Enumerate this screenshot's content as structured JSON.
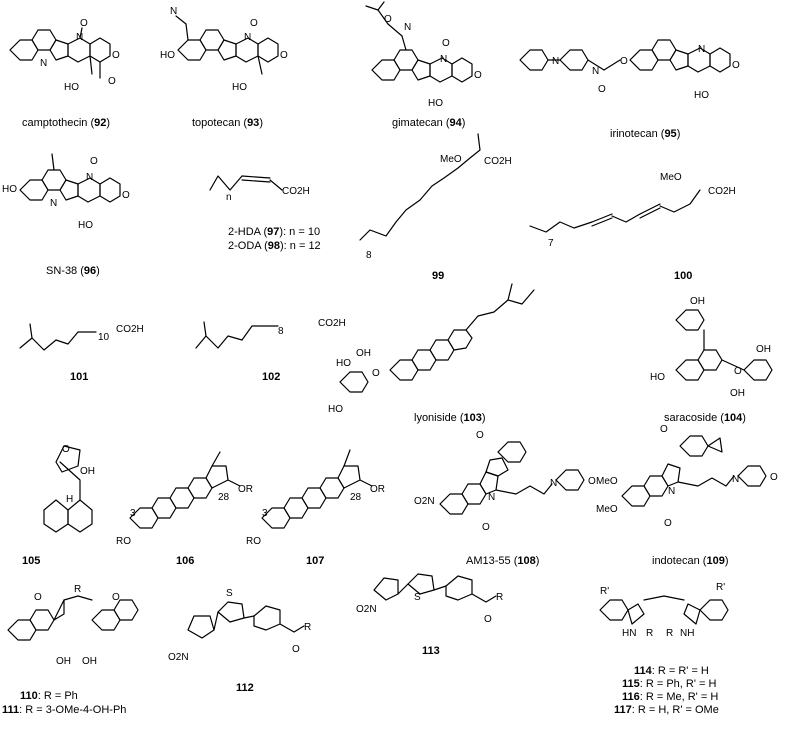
{
  "compounds": {
    "c92": {
      "name": "camptothecin",
      "num": "92"
    },
    "c93": {
      "name": "topotecan",
      "num": "93"
    },
    "c94": {
      "name": "gimatecan",
      "num": "94"
    },
    "c95": {
      "name": "irinotecan",
      "num": "95"
    },
    "c96": {
      "name": "SN-38",
      "num": "96"
    },
    "c97": {
      "name": "2-HDA",
      "num": "97",
      "suffix": ": n = 10"
    },
    "c98": {
      "name": "2-ODA",
      "num": "98",
      "suffix": ": n = 12"
    },
    "c99": {
      "num": "99"
    },
    "c100": {
      "num": "100"
    },
    "c101": {
      "num": "101"
    },
    "c102": {
      "num": "102"
    },
    "c103": {
      "name": "lyoniside",
      "num": "103"
    },
    "c104": {
      "name": "saracoside",
      "num": "104"
    },
    "c105": {
      "num": "105"
    },
    "c106": {
      "num": "106"
    },
    "c107": {
      "num": "107"
    },
    "c108": {
      "name": "AM13-55",
      "num": "108"
    },
    "c109": {
      "name": "indotecan",
      "num": "109"
    },
    "c110": {
      "num": "110",
      "suffix": ": R = Ph"
    },
    "c111": {
      "num": "111",
      "suffix": ": R = 3-OMe-4-OH-Ph"
    },
    "c112": {
      "num": "112"
    },
    "c113": {
      "num": "113"
    },
    "c114": {
      "num": "114",
      "suffix": ": R = R' = H"
    },
    "c115": {
      "num": "115",
      "suffix": ": R = Ph, R' = H"
    },
    "c116": {
      "num": "116",
      "suffix": ": R = Me, R' = H"
    },
    "c117": {
      "num": "117",
      "suffix": ": R = H, R' = OMe"
    }
  },
  "atom_labels": {
    "n": "N",
    "o": "O",
    "ho": "HO",
    "oh": "OH",
    "o2n": "O2N",
    "meo": "MeO",
    "ome": "OMe",
    "co2h": "CO2H",
    "h": "H",
    "nh": "NH",
    "hn": "HN",
    "r": "R",
    "rp": "R'",
    "or": "OR",
    "ro": "RO",
    "s": "S",
    "sub_n": "n",
    "sub_8": "8",
    "sub_7": "7",
    "sub_10": "10",
    "sub_28": "28",
    "sub_3": "3"
  }
}
